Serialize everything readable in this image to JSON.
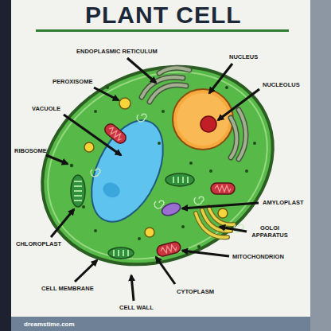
{
  "diagram": {
    "title": "PLANT CELL",
    "labels": [
      "ENDOPLASMIC RETICULUM",
      "NUCLEUS",
      "PEROXISOME",
      "NUCLEOLUS",
      "VACUOLE",
      "RIBOSOME",
      "AMYLOPLAST",
      "GOLGI APPARATUS",
      "CHLOROPLAST",
      "MITOCHONDRION",
      "CELL MEMBRANE",
      "CYTOPLASM",
      "CELL WALL",
      "dreamstime.com"
    ]
  }
}
